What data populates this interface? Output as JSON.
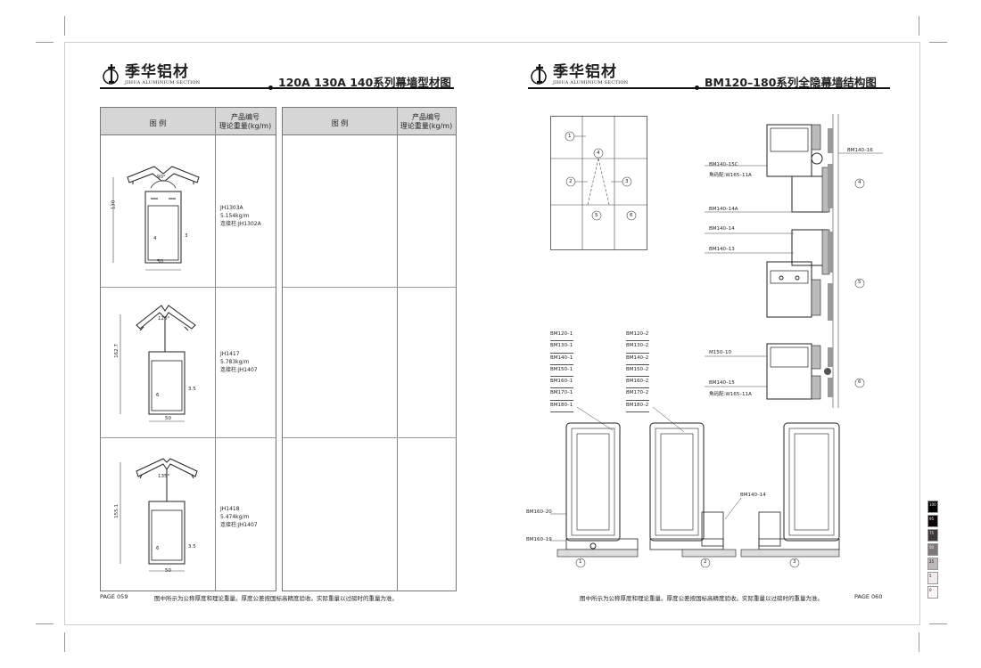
{
  "brand": {
    "name": "季华铝材",
    "sub": "JIHUA ALUMINIUM SECTION"
  },
  "left_page": {
    "title": "120A 130A 140系列幕墙型材图",
    "table_header": {
      "col1": "图    例",
      "col2": "产品编号\n理论重量(kg/m)"
    },
    "profiles": [
      {
        "code": "JH1303A",
        "weight": "5.154kg/m",
        "connector": "连接柱:JH1302A",
        "dim_height": "130",
        "dim_width": "50",
        "angle": "90°",
        "dim_a": "4",
        "dim_b": "3"
      },
      {
        "code": "JH1417",
        "weight": "5.783kg/m",
        "connector": "连接柱:JH1407",
        "dim_height": "162.7",
        "dim_width": "50",
        "angle": "120°",
        "dim_a": "6",
        "dim_b": "3.5"
      },
      {
        "code": "JH1418",
        "weight": "5.474kg/m",
        "connector": "连接柱:JH1407",
        "dim_height": "155.1",
        "dim_width": "50",
        "angle": "135°",
        "dim_a": "6",
        "dim_b": "3.5"
      }
    ],
    "footer_page": "PAGE 059",
    "footer_note": "图中所示为公称厚度和理论重量。厚度公差按国标高精度验收。实际重量以过磅时的重量为准。"
  },
  "right_page": {
    "title": "BM120–180系列全隐幕墙结构图",
    "grid_markers": [
      "1",
      "2",
      "3",
      "4",
      "5",
      "6"
    ],
    "section4_labels": {
      "top": "BM140–16",
      "a": "BM140–15C",
      "b": "角码配:W165–11A",
      "c": "BM140–14A"
    },
    "section5_labels": {
      "a": "BM140–14",
      "b": "BM140–13"
    },
    "section6_labels": {
      "a": "M150–10",
      "b": "BM140–15",
      "c": "角码配:W165–11A"
    },
    "list_col1": [
      "BM120–1",
      "BM130–1",
      "BM140–1",
      "BM150–1",
      "BM160–1",
      "BM170–1",
      "BM180–1"
    ],
    "list_col2": [
      "BM120–2",
      "BM130–2",
      "BM140–2",
      "BM150–2",
      "BM160–2",
      "BM170–2",
      "BM180–2"
    ],
    "bottom_labels": {
      "a": "BM160–20",
      "b": "BM160–19",
      "c": "BM140–14"
    },
    "footer_page": "PAGE 060",
    "footer_note": "图中所示为公称厚度和理论重量。厚度公差按国标高精度验收。实际重量以过磅时的重量为准。"
  },
  "color_bar": [
    "100",
    "95",
    "75",
    "50",
    "25",
    "5",
    "0"
  ]
}
